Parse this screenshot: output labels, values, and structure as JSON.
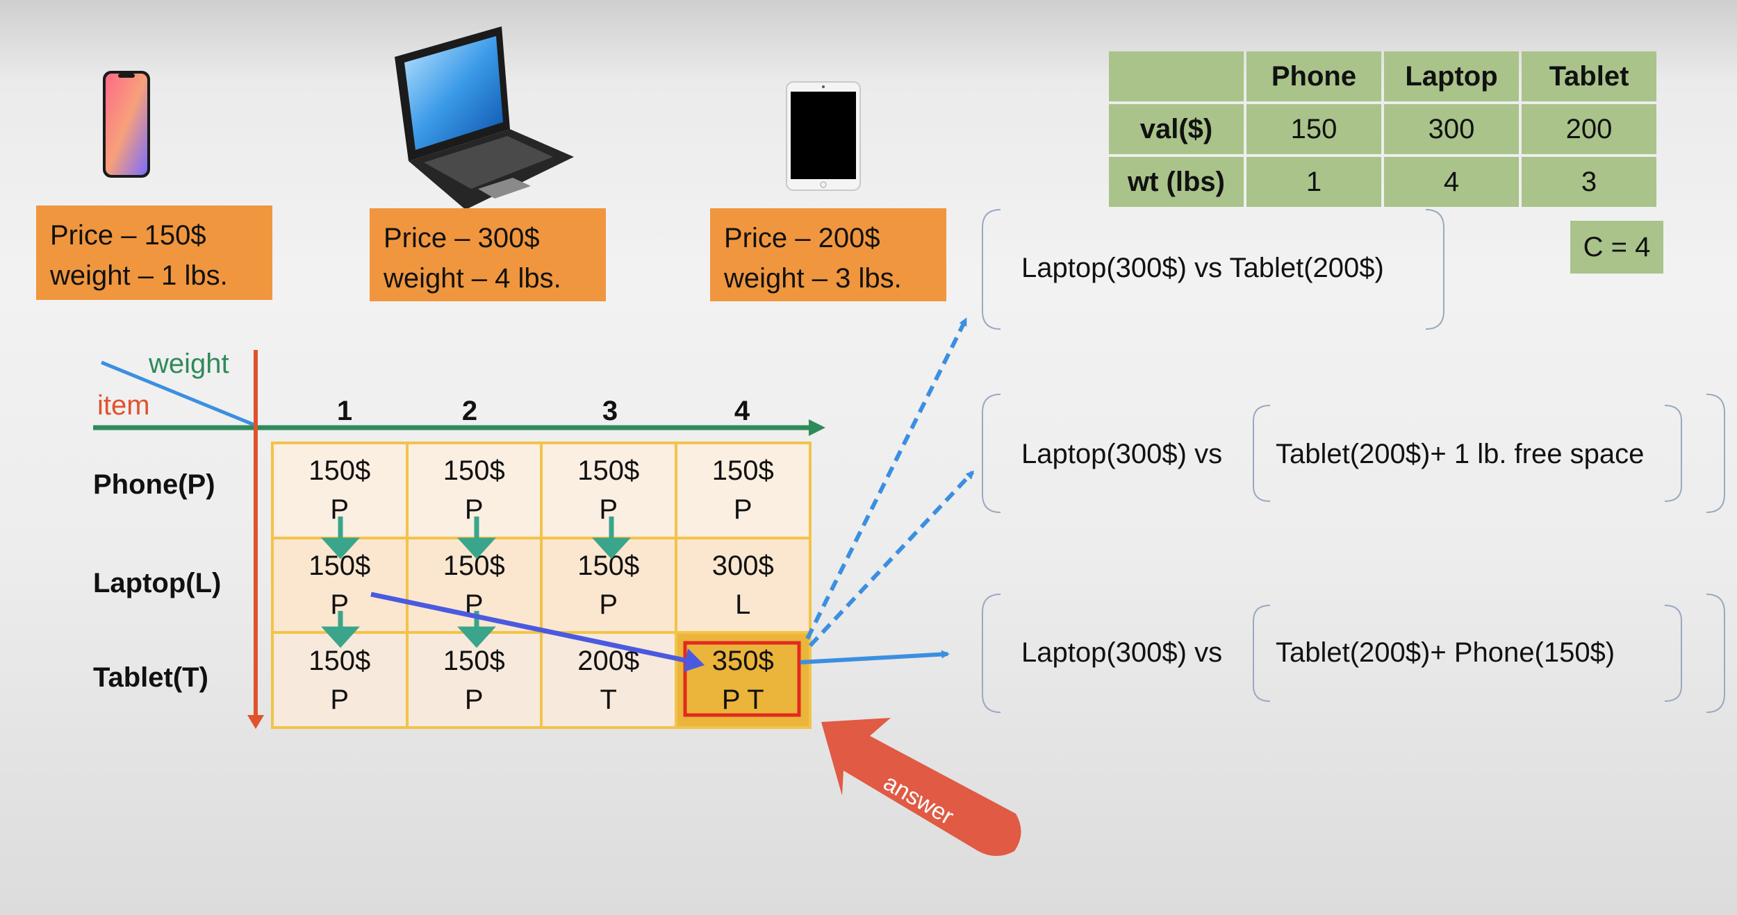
{
  "products": [
    {
      "name": "phone",
      "price": "Price – 150$",
      "weight": "weight – 1 lbs."
    },
    {
      "name": "laptop",
      "price": "Price – 300$",
      "weight": "weight – 4 lbs."
    },
    {
      "name": "tablet",
      "price": "Price – 200$",
      "weight": "weight – 3 lbs."
    }
  ],
  "value_table": {
    "headers": [
      "",
      "Phone",
      "Laptop",
      "Tablet"
    ],
    "rows": [
      {
        "label": "val($)",
        "values": [
          "150",
          "300",
          "200"
        ]
      },
      {
        "label": "wt (lbs)",
        "values": [
          "1",
          "4",
          "3"
        ]
      }
    ]
  },
  "capacity": "C = 4",
  "axis": {
    "weight_label": "weight",
    "item_label": "item",
    "columns": [
      "1",
      "2",
      "3",
      "4"
    ]
  },
  "dp_table": {
    "row_labels": [
      "Phone(P)",
      "Laptop(L)",
      "Tablet(T)"
    ],
    "rows": [
      [
        {
          "value": "150$",
          "items": "P"
        },
        {
          "value": "150$",
          "items": "P"
        },
        {
          "value": "150$",
          "items": "P"
        },
        {
          "value": "150$",
          "items": "P"
        }
      ],
      [
        {
          "value": "150$",
          "items": "P"
        },
        {
          "value": "150$",
          "items": "P"
        },
        {
          "value": "150$",
          "items": "P"
        },
        {
          "value": "300$",
          "items": "L"
        }
      ],
      [
        {
          "value": "150$",
          "items": "P"
        },
        {
          "value": "150$",
          "items": "P"
        },
        {
          "value": "200$",
          "items": "T"
        },
        {
          "value": "350$",
          "items": "P T"
        }
      ]
    ]
  },
  "comparisons": [
    {
      "left": "Laptop(300$) vs Tablet(200$)",
      "right": ""
    },
    {
      "left": "Laptop(300$) vs",
      "right": "Tablet(200$)+ 1 lb. free space"
    },
    {
      "left": "Laptop(300$) vs",
      "right": "Tablet(200$)+ Phone(150$)"
    }
  ],
  "answer_label": "answer",
  "colors": {
    "price_box": "#f0963e",
    "table_green": "#a9c38a",
    "grid_border": "#f2c34a",
    "answer_cell": "#ebb43a",
    "axis_red": "#e0522c",
    "axis_green": "#2f8a5a",
    "arrow_blue": "#3b8fe0",
    "arrow_teal": "#3aa58a"
  }
}
